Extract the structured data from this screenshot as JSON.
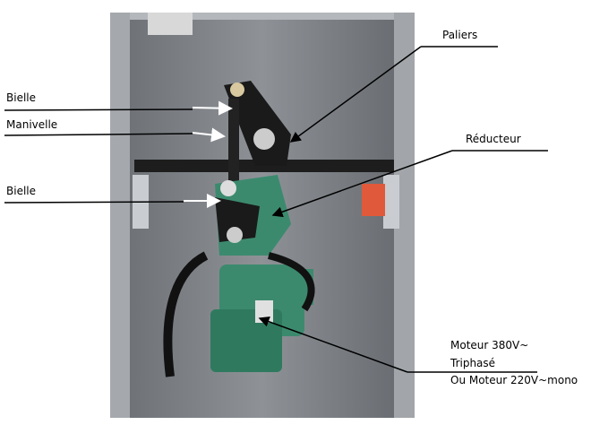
{
  "labels": {
    "bielle_top": "Bielle",
    "manivelle": "Manivelle",
    "bielle_bottom": "Bielle",
    "paliers": "Paliers",
    "reducteur": "Réducteur",
    "moteur_line1": "Moteur 380V~",
    "moteur_line2": "Triphasé",
    "moteur_line3": "Ou Moteur 220V~mono"
  },
  "colors": {
    "cabinet": "#9a9ea3",
    "panel": "#7e8288",
    "motor": "#3c8a6e",
    "bar": "#1d1d1d"
  }
}
